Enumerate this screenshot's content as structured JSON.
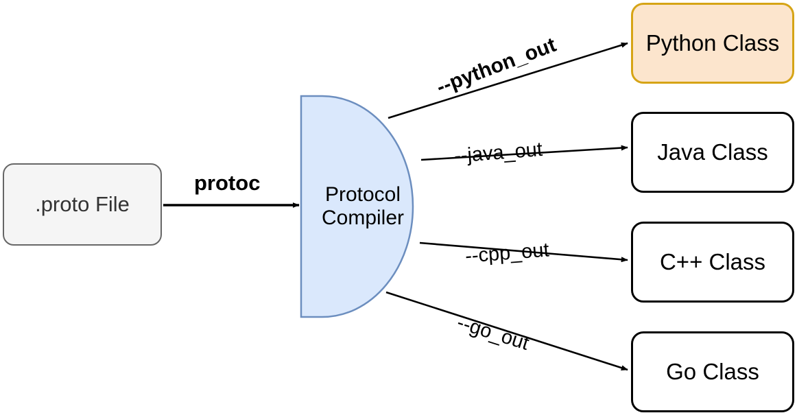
{
  "diagram": {
    "title": "Protocol Buffers compilation flow",
    "type": "flow-diagram",
    "colors": {
      "source_fill": "#f5f5f5",
      "source_border": "#666666",
      "source_text": "#333333",
      "compiler_fill": "#dae8fc",
      "compiler_border": "#6c8ebf",
      "highlight_fill": "#fce5cd",
      "highlight_border": "#d6a416",
      "default_fill": "#ffffff",
      "default_border": "#000000",
      "edge": "#000000"
    },
    "source": {
      "label": ".proto File"
    },
    "compiler": {
      "label_line1": "Protocol",
      "label_line2": "Compiler"
    },
    "edges": [
      {
        "label": "protoc",
        "from": "source",
        "to": "compiler",
        "bold": true,
        "style": "horizontal"
      },
      {
        "label": "--python_out",
        "from": "compiler",
        "to": "python",
        "bold": true,
        "style": "up-steep"
      },
      {
        "label": "--java_out",
        "from": "compiler",
        "to": "java",
        "bold": false,
        "style": "up-shallow"
      },
      {
        "label": "--cpp_out",
        "from": "compiler",
        "to": "cpp",
        "bold": false,
        "style": "down-shallow"
      },
      {
        "label": "--go_out",
        "from": "compiler",
        "to": "go",
        "bold": false,
        "style": "down-steep"
      }
    ],
    "outputs": [
      {
        "label": "Python Class",
        "highlighted": true
      },
      {
        "label": "Java Class",
        "highlighted": false
      },
      {
        "label": "C++ Class",
        "highlighted": false
      },
      {
        "label": "Go Class",
        "highlighted": false
      }
    ]
  }
}
